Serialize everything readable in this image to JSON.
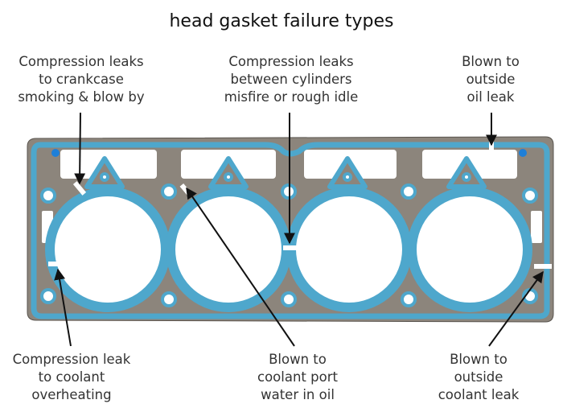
{
  "title": "head gasket failure types",
  "colors": {
    "gasket_bead": "#4ea7cc",
    "gasket_metal": "#8c857c",
    "background": "#ffffff",
    "arrow": "#111111"
  },
  "labels": {
    "top_left": [
      "Compression leaks",
      "to crankcase",
      "smoking & blow by"
    ],
    "top_center": [
      "Compression leaks",
      "between cylinders",
      "misfire or rough idle"
    ],
    "top_right": [
      "Blown to",
      "outside",
      "oil leak"
    ],
    "bottom_left": [
      "Compression leak",
      "to coolant",
      "overheating"
    ],
    "bottom_center": [
      "Blown to",
      "coolant port",
      "water in oil"
    ],
    "bottom_right": [
      "Blown to",
      "outside",
      "coolant leak"
    ]
  },
  "gasket": {
    "cylinders": 4,
    "subject": "head gasket"
  }
}
